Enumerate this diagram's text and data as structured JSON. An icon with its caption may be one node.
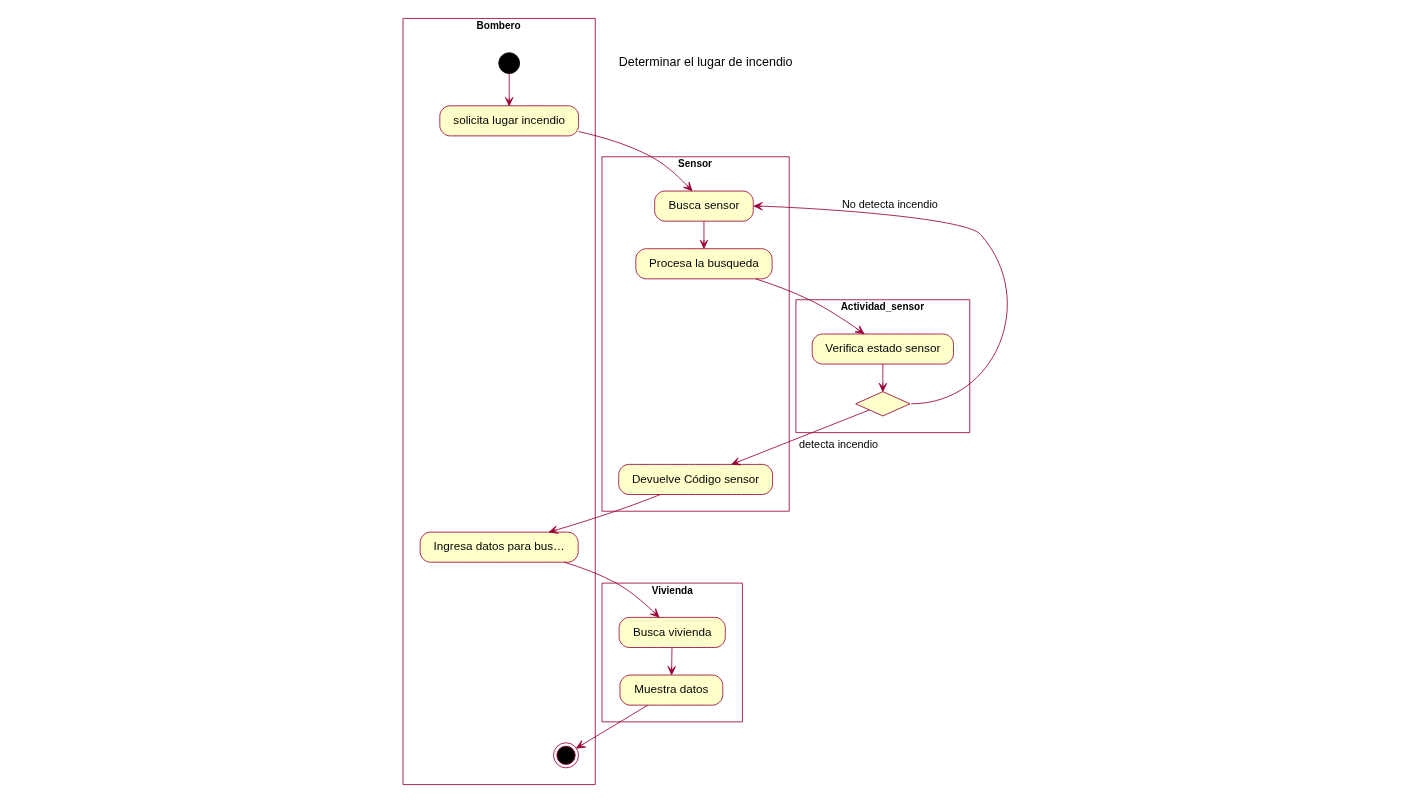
{
  "diagram": {
    "nodes": [
      {
        "text": [
          "Bombero"
        ]
      },
      {
        "text": [
          "Vivienda"
        ]
      },
      {
        "text": [
          "Sensor"
        ]
      },
      {
        "text": [
          "Actividad_sensor"
        ]
      },
      {
        "text": [],
        "shape": "circle",
        "in": 0
      },
      {
        "text": [
          "solicita lugar incendio"
        ],
        "in": 0
      },
      {
        "text": [
          "Busca sensor"
        ],
        "in": 2
      },
      {
        "text": [
          "Procesa la busqueda"
        ],
        "in": 2
      },
      {
        "text": [
          "Verifica estado sensor"
        ],
        "in": 3
      },
      {
        "text": [],
        "shape": "diamond",
        "in": 3
      },
      {
        "text": [
          "Devuelve Código sensor"
        ],
        "in": 2
      },
      {
        "text": [
          "Ingresa datos para bus…"
        ],
        "in": 0
      },
      {
        "text": [
          "Busca vivienda"
        ],
        "in": 1
      },
      {
        "text": [
          "Muestra datos"
        ],
        "in": 1
      },
      {
        "text": [],
        "shape": "bullseye",
        "in": 0
      }
    ],
    "edges": [
      {
        "from": 4,
        "to": 5,
        "arrow": "to"
      },
      {
        "from": 5,
        "to": 6,
        "arrow": "to"
      },
      {
        "from": 6,
        "to": 7,
        "arrow": "to"
      },
      {
        "from": 7,
        "to": 8,
        "arrow": "to"
      },
      {
        "from": 8,
        "to": 9,
        "arrow": "to"
      },
      {
        "from": 9,
        "to": 10,
        "arrow": "to",
        "label": "detecta incendio"
      },
      {
        "from": 9,
        "to": 6,
        "arrow": "to",
        "label": "No detecta incendio"
      },
      {
        "from": 10,
        "to": 11,
        "arrow": "to"
      },
      {
        "from": 11,
        "to": 12,
        "arrow": "to"
      },
      {
        "from": 12,
        "to": 13,
        "arrow": "to"
      },
      {
        "from": 13,
        "to": 14,
        "arrow": "to"
      }
    ],
    "labels": [
      "Determinar el lugar de incendio"
    ]
  }
}
